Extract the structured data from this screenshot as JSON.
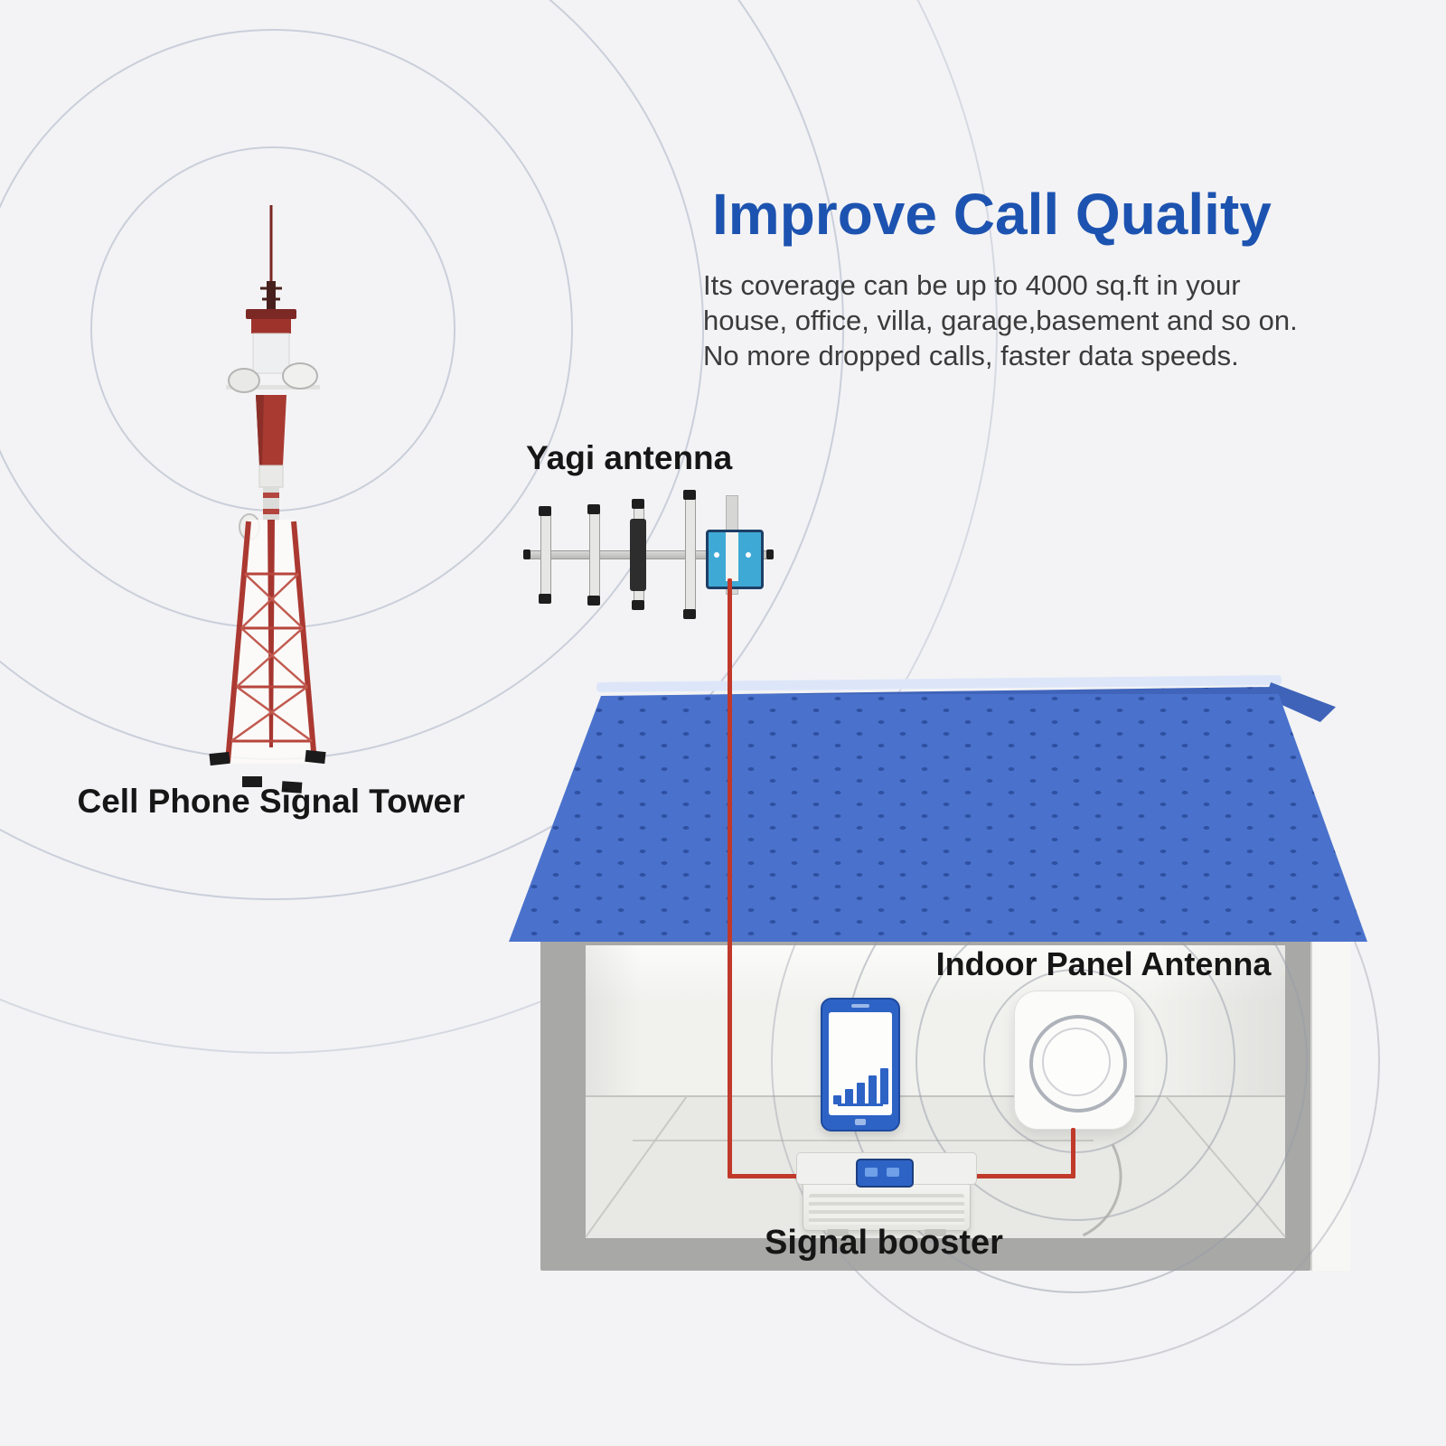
{
  "heading": {
    "title": "Improve Call Quality",
    "color": "#1d53b0"
  },
  "description": {
    "lines": [
      "Its coverage can be up to 4000 sq.ft in your",
      "house, office, villa, garage,basement and so on.",
      "No more dropped calls, faster data speeds."
    ]
  },
  "labels": {
    "tower": "Cell Phone Signal Tower",
    "yagi": "Yagi antenna",
    "panel_antenna": "Indoor Panel Antenna",
    "booster": "Signal booster"
  },
  "colors": {
    "background": "#f3f3f5",
    "heading_blue": "#1d53b0",
    "roof_blue": "#4a72cc",
    "tower_red": "#a93a32",
    "cable_red": "#c0392b",
    "device_blue": "#2e63c6",
    "wave_gray": "#aab0c2",
    "house_frame_gray": "#a8a8a6"
  },
  "icons": {
    "tower": "cell-tower-icon",
    "tower_waves": "signal-waves-icon",
    "yagi": "yagi-antenna-icon",
    "phone": "smartphone-signal-bars-icon",
    "panel": "panel-antenna-icon",
    "booster": "signal-booster-icon",
    "cable": "coax-cable-line",
    "indoor_waves": "indoor-signal-waves-icon"
  }
}
